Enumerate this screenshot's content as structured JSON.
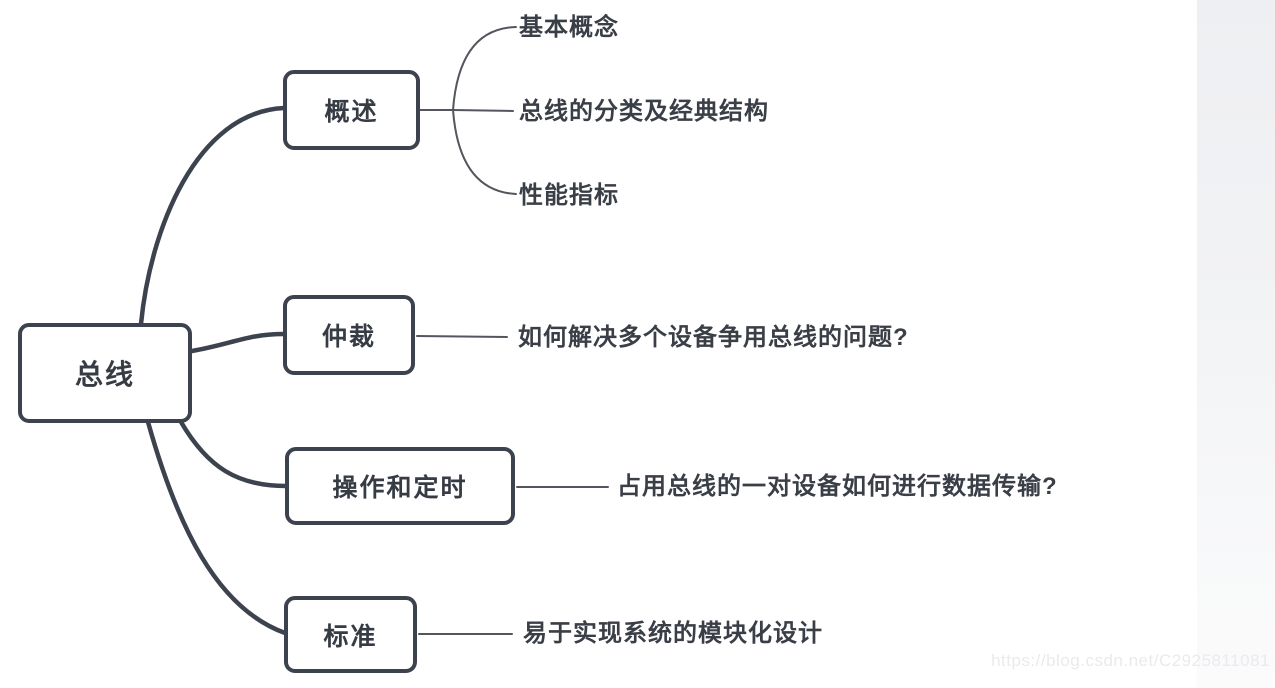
{
  "root": {
    "label": "总线"
  },
  "branches": [
    {
      "label": "概述",
      "children": [
        "基本概念",
        "总线的分类及经典结构",
        "性能指标"
      ]
    },
    {
      "label": "仲裁",
      "children": [
        "如何解决多个设备争用总线的问题?"
      ]
    },
    {
      "label": "操作和定时",
      "children": [
        "占用总线的一对设备如何进行数据传输?"
      ]
    },
    {
      "label": "标准",
      "children": [
        "易于实现系统的模块化设计"
      ]
    }
  ],
  "watermark": "https://blog.csdn.net/C2925811081",
  "colors": {
    "node_border": "#3d434e",
    "node_text": "#363b44",
    "leaf_text": "#3a3e46",
    "connector_thick": "#3d434e",
    "connector_thin": "#53565c",
    "background": "#ffffff",
    "side_band_top": "#eeeff2",
    "side_band_bottom": "#fbfbfc"
  }
}
